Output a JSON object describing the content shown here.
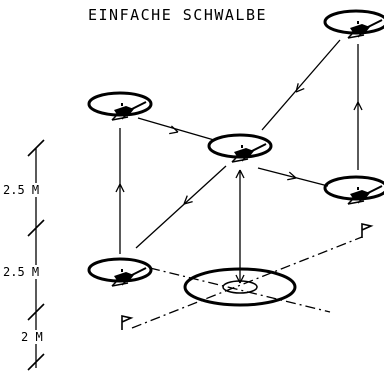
{
  "title": "EINFACHE SCHWALBE",
  "dimensions": {
    "upper": "2.5 M",
    "middle": "2.5 M",
    "lower": "2 M"
  },
  "icons": {
    "helicopter": "helicopter-icon",
    "flag": "flag-icon",
    "landing_pad": "landing-pad-icon"
  }
}
